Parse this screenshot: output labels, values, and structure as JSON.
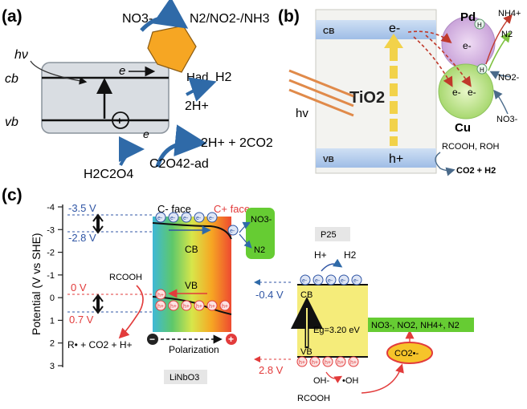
{
  "panel_a": {
    "label": "(a)",
    "nitrate": "NO3-",
    "products": "N2/NO2-/NH3",
    "hv": "hν",
    "cb": "cb",
    "vb": "vb",
    "electron": "e",
    "hole_electron": "e",
    "had": "Had",
    "h2": "H2",
    "two_h_plus": "2H+",
    "oxidation_products": "2H+ + 2CO2",
    "oxalic_acid": "H2C2O4",
    "oxalate_ad": "C2O42-ad",
    "plus_sign": "+"
  },
  "panel_b": {
    "label": "(b)",
    "cb": "CB",
    "vb": "VB",
    "electron_top": "e-",
    "hole_bottom": "h+",
    "tio2": "TiO2",
    "hv": "hv",
    "pd": "Pd",
    "cu": "Cu",
    "pd_electron": "e-",
    "cu_electron_1": "e-",
    "cu_electron_2": "e-",
    "h_1": "H",
    "h_2": "H",
    "nh4": "NH4+",
    "n2": "N2",
    "no2": "NO2-",
    "no3": "NO3-",
    "rcooh": "RCOOH, ROH",
    "co2_h2": "CO2 + H2"
  },
  "panel_c": {
    "label": "(c)",
    "y_axis_label": "Potential (V vs SHE)",
    "y_ticks": [
      "-4",
      "-3",
      "-2",
      "-1",
      "0",
      "1",
      "2",
      "3"
    ],
    "c_minus_face": "C- face",
    "c_plus_face": "C+ face",
    "v_minus_3_5": "-3.5 V",
    "v_minus_2_8": "-2.8 V",
    "v_0": "0 V",
    "v_0_7": "0.7 V",
    "cb": "CB",
    "vb": "VB",
    "rcooh": "RCOOH",
    "radical_products": "R• + CO2 + H+",
    "polarization": "Polarization",
    "minus": "−",
    "plus": "+",
    "linbo3": "LiNbO3",
    "no3_box": "NO3-",
    "n2_box": "N2",
    "electron": "e-",
    "hole": "h+",
    "p25": "P25",
    "p25_cb": "CB",
    "p25_vb": "VB",
    "h_plus": "H+",
    "h2": "H2",
    "v_minus_0_4": "-0.4 V",
    "v_2_8": "2.8 V",
    "eg": "Eg=3.20 eV",
    "products_box": "NO3-, NO2, NH4+, N2",
    "co2_radical": "CO2•-",
    "oh_minus": "OH-",
    "oh_radical": "•OH",
    "rcooh_bottom": "RCOOH"
  },
  "colors": {
    "blue_text": "#2f55a4",
    "red_text": "#e23b3b",
    "green_box": "#66cc33",
    "yellow_band": "#f5ec7a",
    "orange": "#f6a623"
  }
}
